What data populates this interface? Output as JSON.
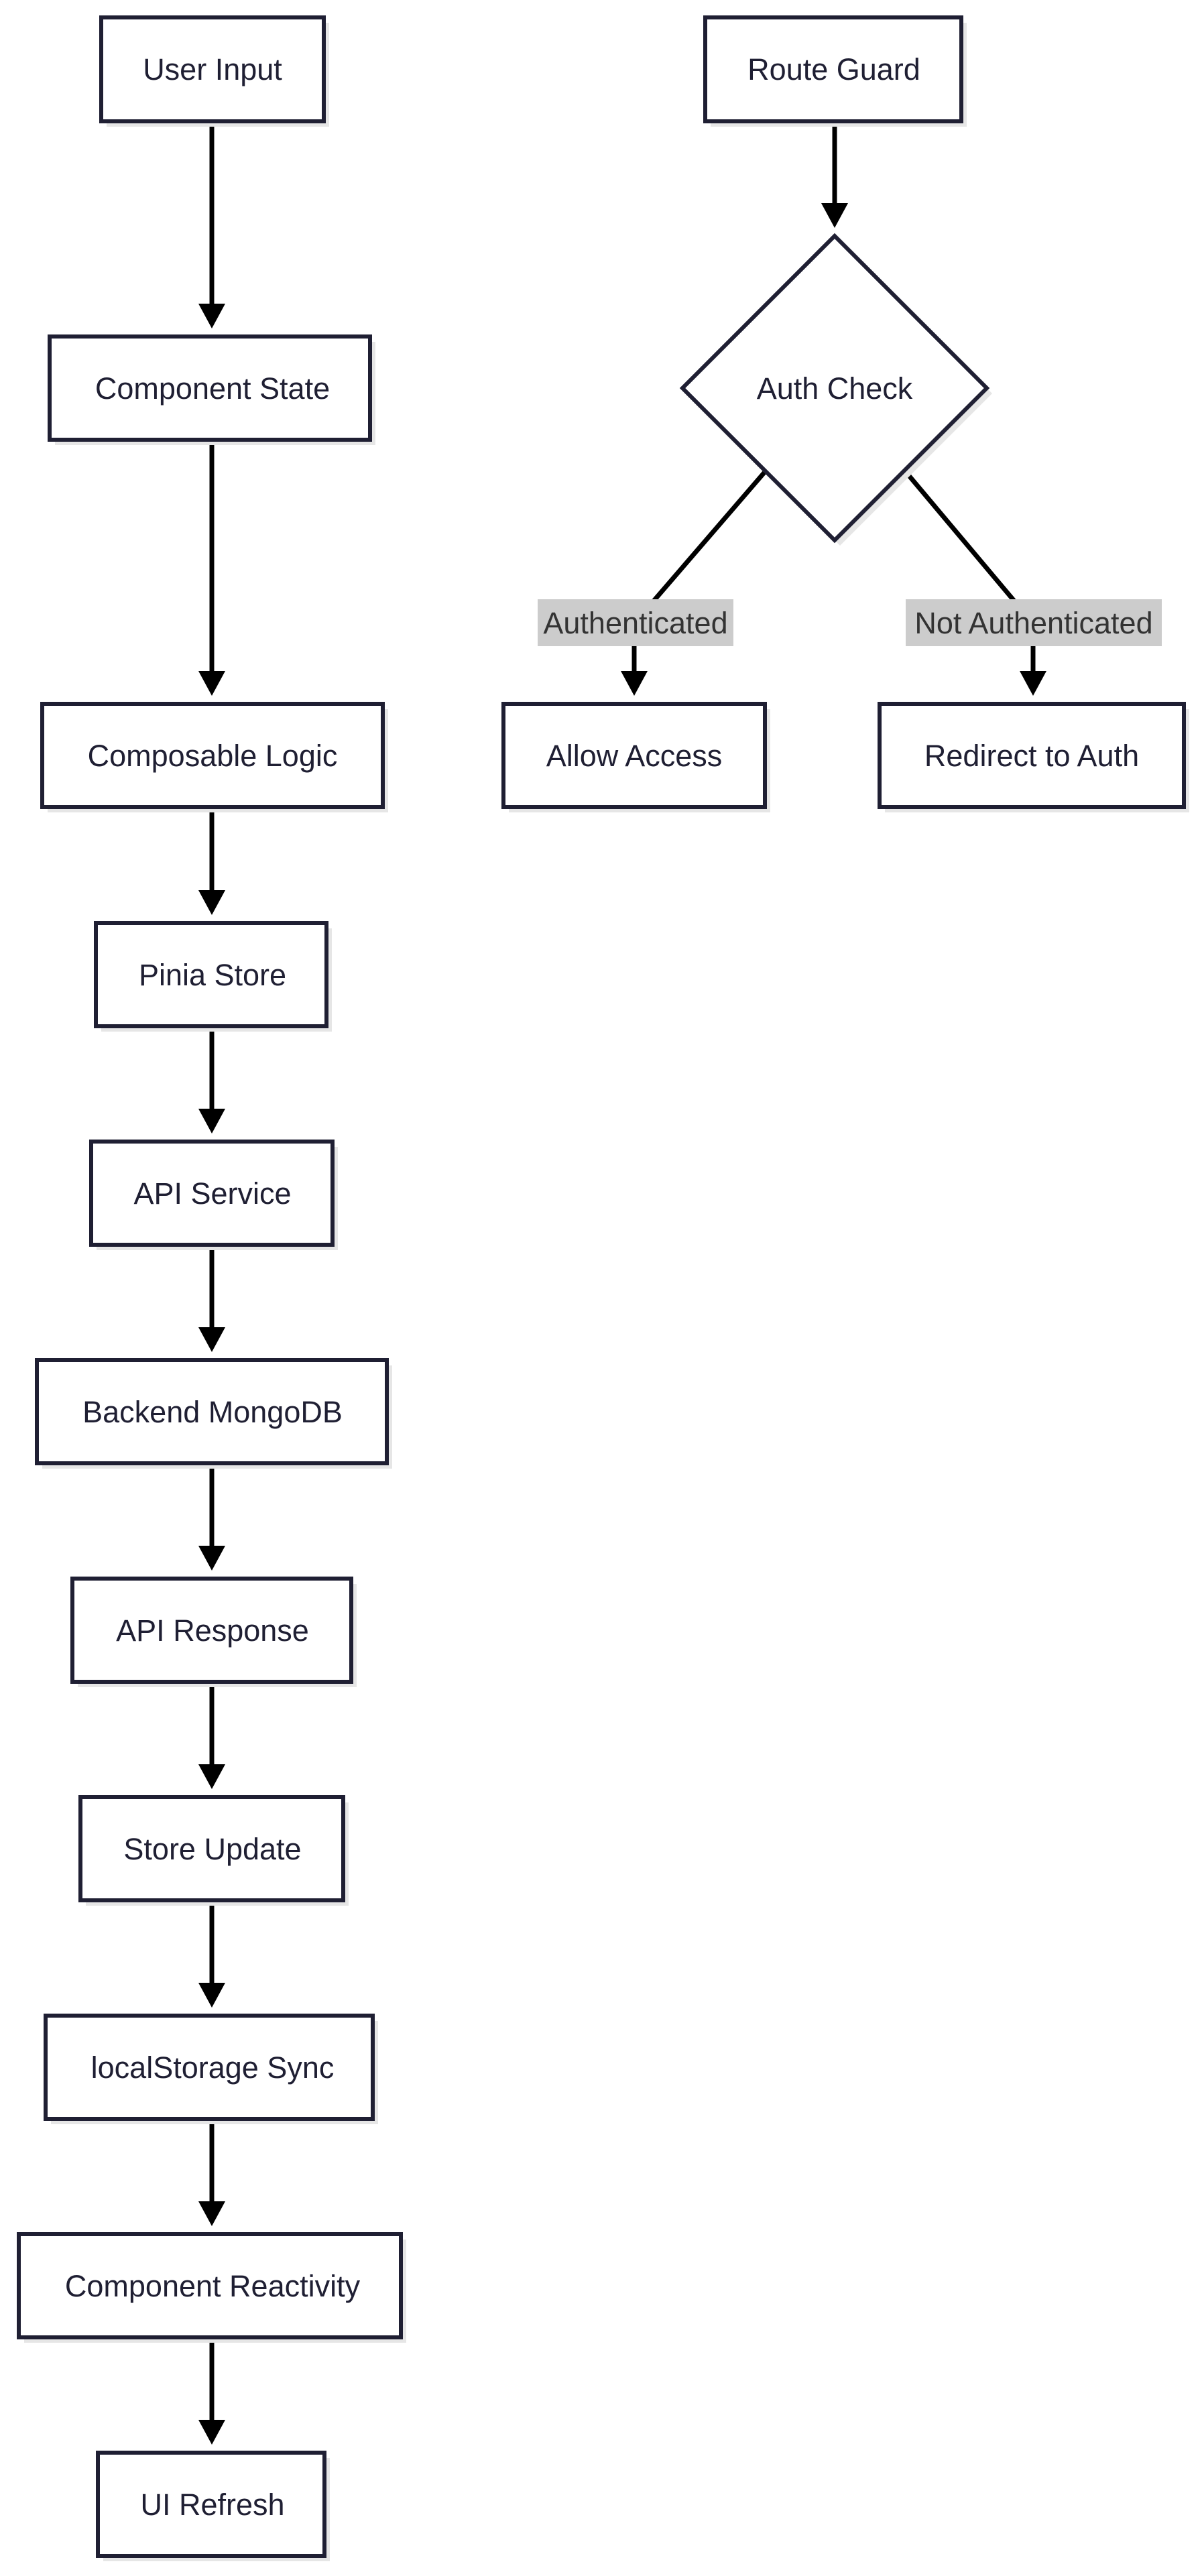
{
  "nodes": {
    "user_input": "User Input",
    "component_state": "Component State",
    "composable_logic": "Composable Logic",
    "pinia_store": "Pinia Store",
    "api_service": "API Service",
    "backend_mongodb": "Backend MongoDB",
    "api_response": "API Response",
    "store_update": "Store Update",
    "localstorage_sync": "localStorage Sync",
    "component_reactivity": "Component Reactivity",
    "ui_refresh": "UI Refresh",
    "route_guard": "Route Guard",
    "auth_check": "Auth Check",
    "allow_access": "Allow Access",
    "redirect_to_auth": "Redirect to Auth"
  },
  "edge_labels": {
    "authenticated": "Authenticated",
    "not_authenticated": "Not Authenticated"
  },
  "edges": [
    [
      "User Input",
      "Component State"
    ],
    [
      "Component State",
      "Composable Logic"
    ],
    [
      "Composable Logic",
      "Pinia Store"
    ],
    [
      "Pinia Store",
      "API Service"
    ],
    [
      "API Service",
      "Backend MongoDB"
    ],
    [
      "Backend MongoDB",
      "API Response"
    ],
    [
      "API Response",
      "Store Update"
    ],
    [
      "Store Update",
      "localStorage Sync"
    ],
    [
      "localStorage Sync",
      "Component Reactivity"
    ],
    [
      "Component Reactivity",
      "UI Refresh"
    ],
    [
      "Route Guard",
      "Auth Check"
    ],
    [
      "Auth Check",
      "Allow Access",
      "Authenticated"
    ],
    [
      "Auth Check",
      "Redirect to Auth",
      "Not Authenticated"
    ]
  ]
}
